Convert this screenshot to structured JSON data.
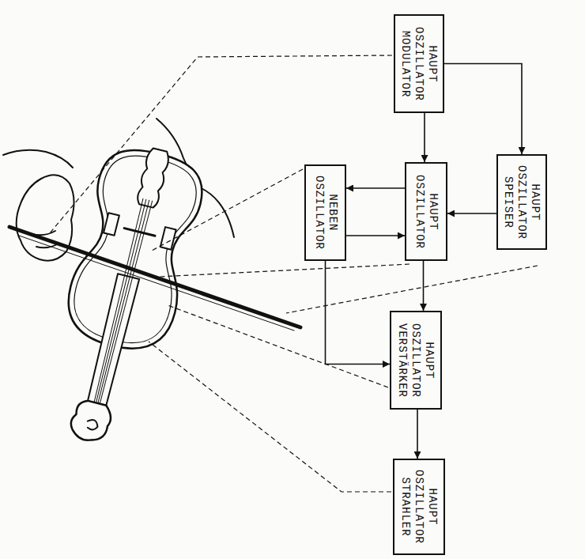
{
  "diagram": {
    "nodes": [
      {
        "text": [
          "HAUPT OSZILLATOR MODULATOR"
        ]
      },
      {
        "text": [
          "HAUPT OSZILLATOR SPEISER"
        ]
      },
      {
        "text": [
          "HAUPT OSZILLATOR"
        ]
      },
      {
        "text": [
          "NEBEN OSZILLATOR"
        ]
      },
      {
        "text": [
          "HAUPT OSZILLATOR VERSTÄRKER"
        ]
      },
      {
        "text": [
          "HAUPT OSZILLATOR STRAHLER"
        ]
      }
    ],
    "edges": [
      {
        "from": 0,
        "to": 2,
        "arrow": "to"
      },
      {
        "from": 0,
        "to": 1,
        "arrow": "to"
      },
      {
        "from": 1,
        "to": 2,
        "arrow": "to"
      },
      {
        "from": 2,
        "to": 3,
        "arrow": "to"
      },
      {
        "from": 3,
        "to": 2,
        "arrow": "to"
      },
      {
        "from": 2,
        "to": 4,
        "arrow": "to"
      },
      {
        "from": 3,
        "to": 4,
        "arrow": "to"
      },
      {
        "from": 4,
        "to": 5,
        "arrow": "to"
      }
    ]
  }
}
